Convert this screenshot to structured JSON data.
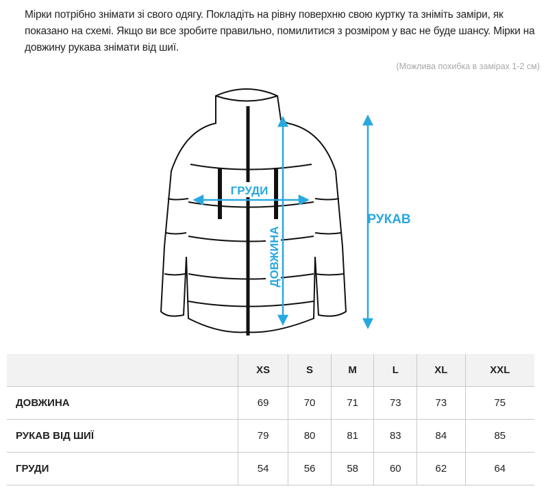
{
  "intro": "Мірки потрібно знімати зі свого одягу. Покладіть на рівну поверхню свою куртку та зніміть заміри, як показано на схемі. Якщо ви все зробите правильно, помилитися з розміром у вас не буде шансу. Мірки на довжину рукава знімати від шиї.",
  "note": "(Можлива похибка в замірах 1-2 см)",
  "diagram": {
    "chest": "ГРУДИ",
    "sleeve": "РУКАВ",
    "length": "ДОВЖИНА",
    "accent": "#29a8e0"
  },
  "table": {
    "sizes": [
      "XS",
      "S",
      "M",
      "L",
      "XL",
      "XXL"
    ],
    "rows": [
      {
        "label": "ДОВЖИНА",
        "values": [
          69,
          70,
          71,
          73,
          73,
          75
        ]
      },
      {
        "label": "РУКАВ ВІД ШИЇ",
        "values": [
          79,
          80,
          81,
          83,
          84,
          85
        ]
      },
      {
        "label": "ГРУДИ",
        "values": [
          54,
          56,
          58,
          60,
          62,
          64
        ]
      }
    ]
  }
}
